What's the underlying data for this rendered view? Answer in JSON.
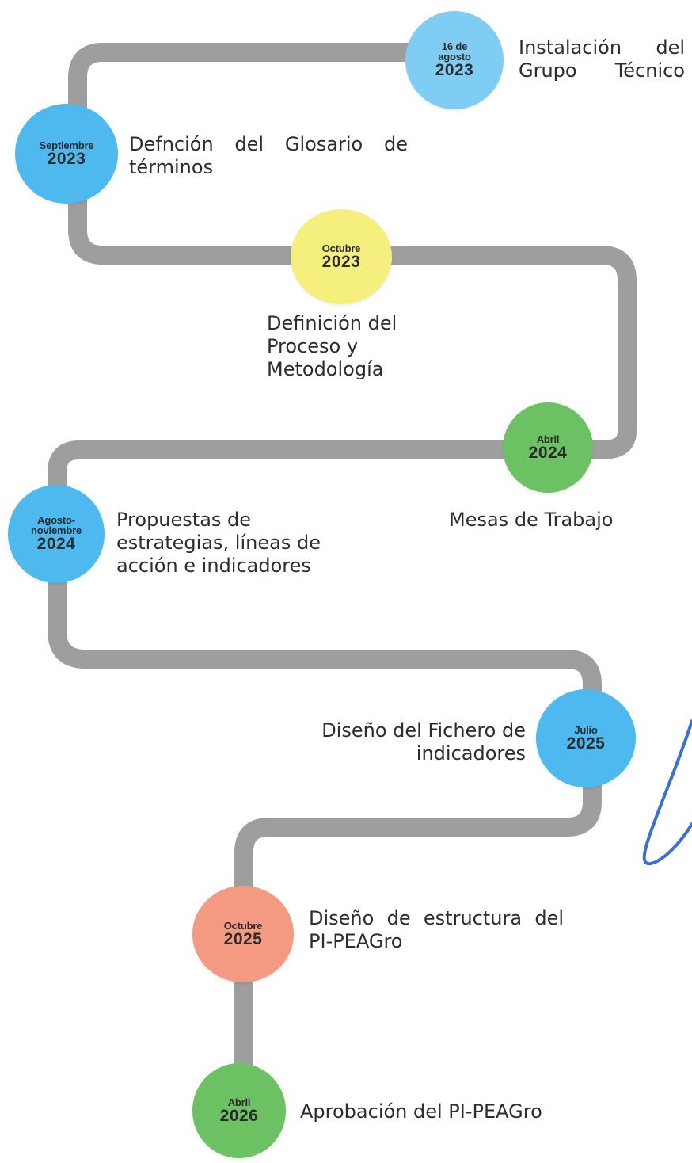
{
  "colors": {
    "road": "#9e9e9e",
    "blue": "#4db9ee",
    "blue_light": "#7fcdf2",
    "yellow": "#f5ef7e",
    "green": "#6cc263",
    "salmon": "#f49a82",
    "signature": "#3a6fd8"
  },
  "milestones": [
    {
      "date_l1": "16 de agosto",
      "date_l2": "2023",
      "color": "blue_light",
      "label": "Instalación del Grupo Técnico"
    },
    {
      "date_l1": "Septiembre",
      "date_l2": "2023",
      "color": "blue",
      "label": "Defnción del Glosario de términos"
    },
    {
      "date_l1": "Octubre",
      "date_l2": "2023",
      "color": "yellow",
      "label": "Definición del Proceso y Metodología"
    },
    {
      "date_l1": "Abril",
      "date_l2": "2024",
      "color": "green",
      "label": "Mesas de Trabajo"
    },
    {
      "date_l1": "Agosto-noviembre",
      "date_l2": "2024",
      "color": "blue",
      "label": "Propuestas de estrategias, líneas de acción e indicadores"
    },
    {
      "date_l1": "Julio",
      "date_l2": "2025",
      "color": "blue",
      "label": "Diseño del Fichero de indicadores"
    },
    {
      "date_l1": "Octubre",
      "date_l2": "2025",
      "color": "salmon",
      "label": "Diseño de estructura del PI-PEAGro"
    },
    {
      "date_l1": "Abril",
      "date_l2": "2026",
      "color": "green",
      "label": "Aprobación del PI-PEAGro"
    }
  ]
}
